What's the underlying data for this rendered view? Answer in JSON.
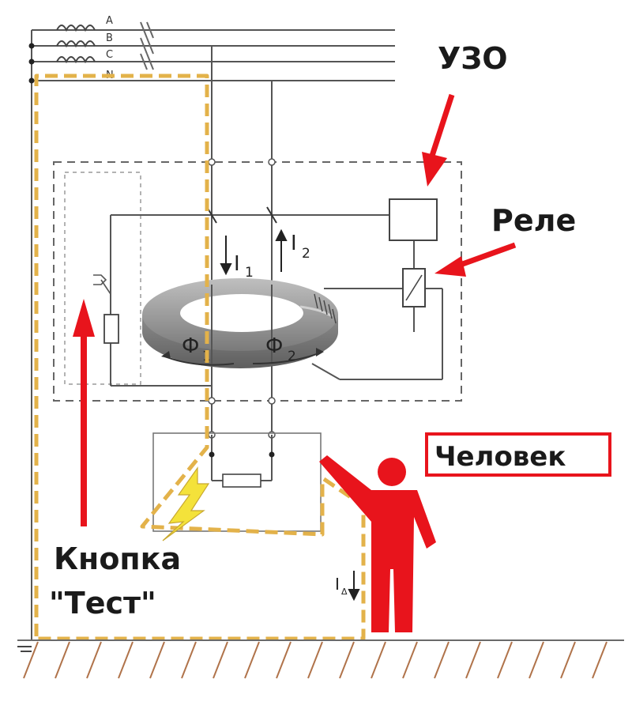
{
  "labels": {
    "rcd": "УЗО",
    "relay": "Реле",
    "person": "Человек",
    "test_button_line1": "Кнопка",
    "test_button_line2": "\"Тест\""
  },
  "phases": [
    "A",
    "B",
    "C",
    "N"
  ],
  "currents": {
    "i1": "I",
    "i1_sub": "1",
    "i2": "I",
    "i2_sub": "2",
    "leak": "I",
    "leak_sub": "Δ"
  },
  "flux": {
    "f1": "Ф",
    "f1_sub": "1",
    "f2": "Ф",
    "f2_sub": "2"
  },
  "colors": {
    "accent_red": "#e8141c",
    "leak_path": "#e3b24a",
    "spark": "#f4e23a",
    "wire": "#555555",
    "ground_hatch": "#b0734a"
  }
}
